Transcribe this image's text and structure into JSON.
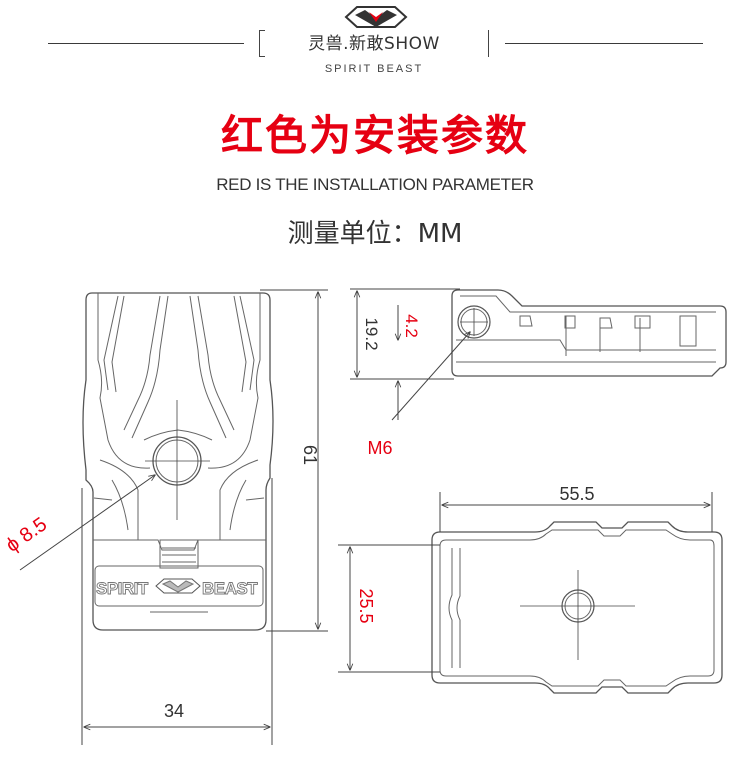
{
  "header": {
    "brand_title": "灵兽.新敢SHOW",
    "brand_subtitle": "SPIRIT BEAST",
    "logo": "spirit-beast-logo-icon"
  },
  "titles": {
    "main": "红色为安装参数",
    "english": "RED IS THE INSTALLATION PARAMETER",
    "unit": "测量单位：MM"
  },
  "front_view": {
    "height_label": "61",
    "width_label": "34",
    "hole_label": "ϕ 8.5",
    "embossed_left": "SPIRIT",
    "embossed_right": "BEAST"
  },
  "side_view": {
    "height_label": "19.2",
    "hole_offset_label": "4.2",
    "thread_label": "M6"
  },
  "bottom_view": {
    "length_label": "55.5",
    "width_label": "25.5"
  },
  "colors": {
    "accent": "#e60012",
    "text": "#333333",
    "line": "#555555"
  }
}
